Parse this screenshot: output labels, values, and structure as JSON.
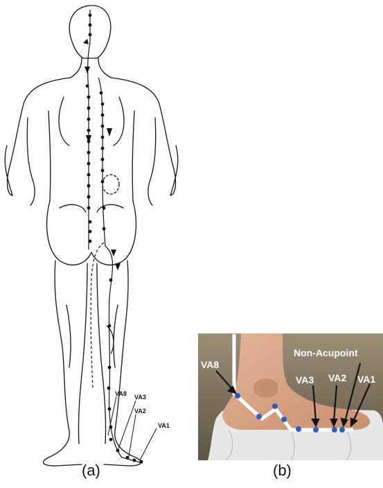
{
  "panel_a": {
    "caption": "(a)",
    "labels": {
      "va8": "VA8",
      "va3": "VA3",
      "va2": "VA2",
      "va1": "VA1"
    }
  },
  "panel_b": {
    "caption": "(b)",
    "labels": {
      "va8": "VA8",
      "non_acupoint": "Non-Acupoint",
      "va3": "VA3",
      "va2": "VA2",
      "va1": "VA1"
    }
  },
  "colors": {
    "line_art": "#111111",
    "meridian": "#ffffff",
    "acupoint": "#2f5fb8",
    "photo_bg": "#7a6f5c",
    "skin": "#d9a88a",
    "cloth": "#e4e4e2"
  }
}
